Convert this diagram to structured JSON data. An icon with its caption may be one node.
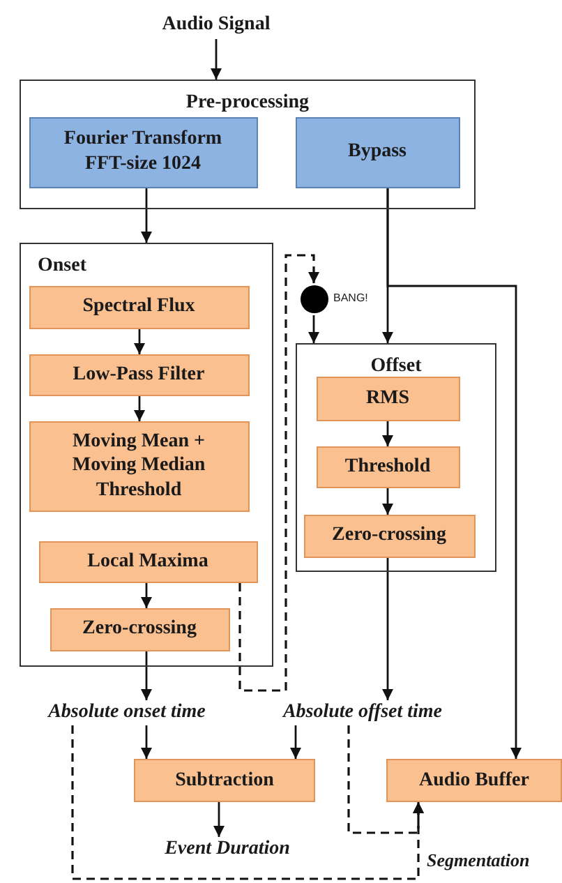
{
  "diagram": {
    "nodes": [
      {
        "text": [
          "Audio Signal"
        ]
      },
      {
        "text": [
          "Pre-processing"
        ]
      },
      {
        "text": [
          "Fourier Transform FFT-size 1024"
        ],
        "in": 1
      },
      {
        "text": [
          "Bypass"
        ],
        "in": 1
      },
      {
        "text": [
          "Onset"
        ]
      },
      {
        "text": [
          "Spectral Flux"
        ],
        "in": 4
      },
      {
        "text": [
          "Low-Pass Filter"
        ],
        "in": 4
      },
      {
        "text": [
          "Moving Mean + Moving Median Threshold"
        ],
        "in": 4
      },
      {
        "text": [
          "Local Maxima"
        ],
        "in": 4
      },
      {
        "text": [
          "Zero-crossing"
        ],
        "in": 4
      },
      {
        "text": [],
        "shape": "circle",
        "beside": [
          "BANG!"
        ]
      },
      {
        "text": [
          "Offset"
        ]
      },
      {
        "text": [
          "RMS"
        ],
        "in": 11
      },
      {
        "text": [
          "Threshold"
        ],
        "in": 11
      },
      {
        "text": [
          "Zero-crossing"
        ],
        "in": 11
      },
      {
        "text": [
          "Absolute onset time"
        ]
      },
      {
        "text": [
          "Absolute offset time"
        ]
      },
      {
        "text": [
          "Subtraction"
        ]
      },
      {
        "text": [
          "Audio Buffer"
        ]
      },
      {
        "text": [
          "Event Duration"
        ]
      }
    ],
    "edges": [
      {
        "from": 0,
        "to": 1,
        "arrow": "to"
      },
      {
        "from": 2,
        "to": 4,
        "arrow": "to"
      },
      {
        "from": 3,
        "to": 11,
        "arrow": "to"
      },
      {
        "from": 3,
        "to": 18,
        "arrow": "to"
      },
      {
        "from": 5,
        "to": 6,
        "arrow": "to"
      },
      {
        "from": 6,
        "to": 7,
        "arrow": "to"
      },
      {
        "from": 8,
        "to": 9,
        "arrow": "to"
      },
      {
        "from": 8,
        "to": 10,
        "arrow": "to",
        "style": "dashed"
      },
      {
        "from": 10,
        "to": 11,
        "arrow": "to"
      },
      {
        "from": 12,
        "to": 13,
        "arrow": "to"
      },
      {
        "from": 13,
        "to": 14,
        "arrow": "to"
      },
      {
        "from": 9,
        "to": 15,
        "arrow": "to"
      },
      {
        "from": 14,
        "to": 16,
        "arrow": "to"
      },
      {
        "from": 15,
        "to": 17,
        "arrow": "to"
      },
      {
        "from": 16,
        "to": 17,
        "arrow": "to"
      },
      {
        "from": 17,
        "to": 19,
        "arrow": "to"
      },
      {
        "from": 16,
        "to": 18,
        "arrow": "to",
        "style": "dashed"
      },
      {
        "from": 15,
        "to": 18,
        "arrow": "to",
        "style": "dashed"
      }
    ],
    "labels": [
      "Segmentation"
    ]
  }
}
